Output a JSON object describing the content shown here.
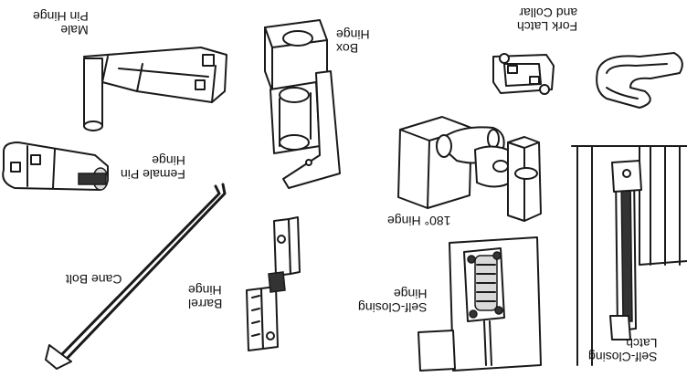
{
  "labels": {
    "male_pin_hinge": [
      "Male",
      "Pin Hinge"
    ],
    "box_hinge": [
      "Box",
      "Hinge"
    ],
    "fork_latch": [
      "Fork Latch",
      "and Collar"
    ],
    "female_pin_hinge": [
      "Female Pin",
      "Hinge"
    ],
    "hinge_180": "180° Hinge",
    "cane_bolt": "Cane Bolt",
    "barrel_hinge": [
      "Barrel",
      "Hinge"
    ],
    "self_closing_hinge": [
      "Self-Closing",
      "Hinge"
    ],
    "self_closing_latch": [
      "Self-Closing",
      "Latch"
    ]
  },
  "orientation": "upside-down"
}
